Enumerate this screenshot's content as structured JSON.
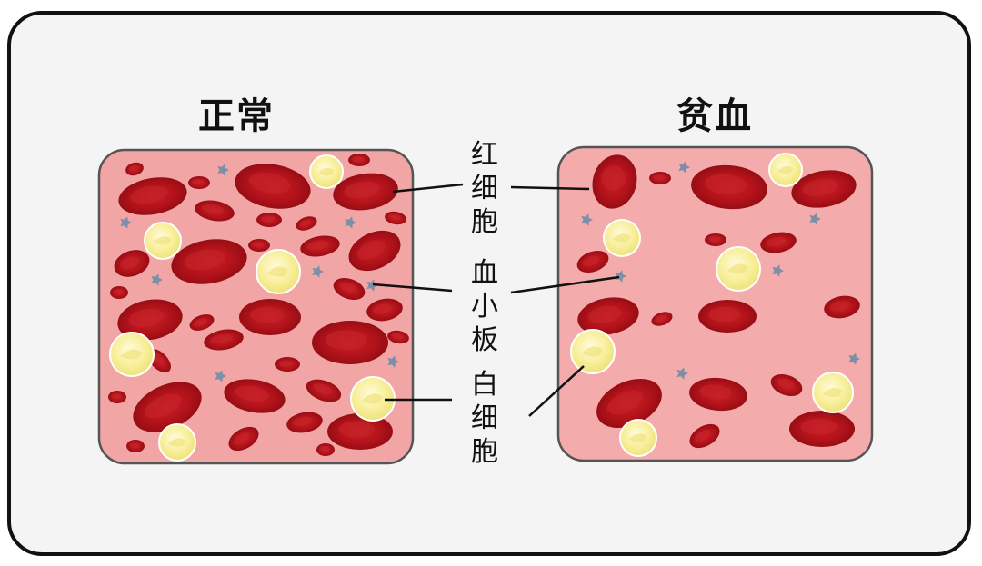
{
  "panels": {
    "normal": {
      "title": "正常"
    },
    "anemia": {
      "title": "贫血"
    }
  },
  "labels": {
    "rbc": [
      "红",
      "细",
      "胞"
    ],
    "platelet": [
      "血",
      "小",
      "板"
    ],
    "wbc": [
      "白",
      "细",
      "胞"
    ]
  },
  "colors": {
    "frame_bg": "#f4f4f4",
    "tissue": "#f2a5a5",
    "tissue_border": "#555555",
    "red_cell": "#b5131b",
    "red_cell_light": "#d84a4f",
    "white_cell": "#f8ef9a",
    "white_cell_light": "#fffbe0",
    "platelet": "#7d8fa8"
  },
  "icons": [
    "red-blood-cell",
    "white-blood-cell",
    "platelet"
  ]
}
